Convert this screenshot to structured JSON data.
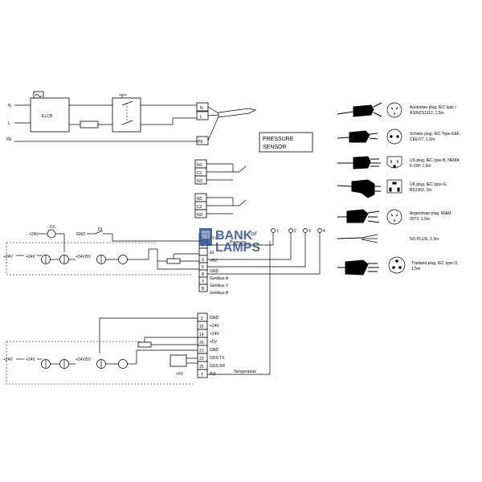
{
  "labels": {
    "phase": "N",
    "line": "L",
    "protective_earth": "PE",
    "elcb": "ELCB",
    "sensor_title_1": "PRESSURE",
    "sensor_title_2": "SENSOR",
    "contact_1": [
      "NC",
      "C1",
      "NO"
    ],
    "contact_2": [
      "NC",
      "C2",
      "NO"
    ],
    "cc": "CC",
    "plus24v": "+24V",
    "gnd": "GND",
    "di": "DI",
    "plus24v5v": "+24V/5V",
    "sensor_numbers": [
      "1",
      "2",
      "3",
      "4"
    ],
    "top_terminals": {
      "numbers": [
        "10",
        "2",
        "3",
        "6",
        "A",
        "Y",
        "B"
      ],
      "names": [
        "DI CC",
        "",
        "GI",
        "+5V",
        "GND",
        "Genibus A",
        "Genibus Y",
        "Genibus B"
      ],
      "pressure": "Pressure"
    },
    "bottom_terminals": {
      "numbers": [
        "2",
        "15",
        "14",
        "26",
        "21",
        "23",
        "25",
        "T"
      ],
      "names": [
        "GND",
        "+24V",
        "+24V",
        "+5V",
        "GND",
        "GDS TX",
        "GDS RX",
        "AI2"
      ],
      "temperature": "Temperature",
      "plus5v": "+5V"
    }
  },
  "watermark": {
    "line1": "BANK",
    "of": "OF",
    "line2": "LAMPS",
    "color": "#2e4f8f"
  },
  "plugs": [
    {
      "text": [
        "Australian plug, IEC type I",
        "AS/NZS3112, 1,5m"
      ]
    },
    {
      "text": [
        "Schuko plug, IEC Type E&F,",
        "CEE7/7, 1,5m"
      ]
    },
    {
      "text": [
        "US plug, IEC type B, NEMA",
        "5-15P, 1,5m"
      ]
    },
    {
      "text": [
        "UK plug, IEC type G,",
        "BS1363, 2m"
      ]
    },
    {
      "text": [
        "Argentinian plug, IRAM",
        "2073, 1,5m"
      ]
    },
    {
      "text": [
        "NO PLUG, 1,5m"
      ]
    },
    {
      "text": [
        "Thailand plug, IEC type O,",
        "1,5m"
      ]
    }
  ]
}
